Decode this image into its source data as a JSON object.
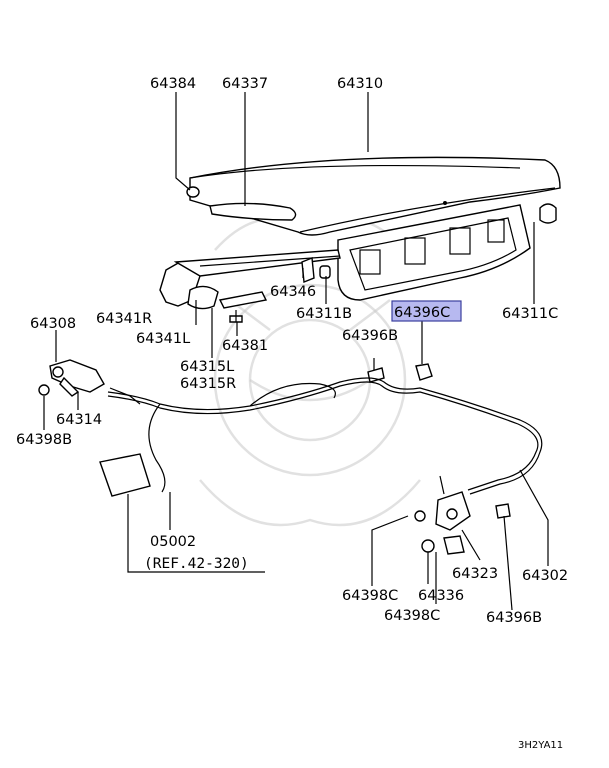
{
  "diagram": {
    "labels": {
      "p64384": "64384",
      "p64337": "64337",
      "p64310": "64310",
      "p64346": "64346",
      "p64341R": "64341R",
      "p64341L": "64341L",
      "p64311B": "64311B",
      "p64396C": "64396C",
      "p64311C": "64311C",
      "p64308": "64308",
      "p64381": "64381",
      "p64396B_top": "64396B",
      "p64315L": "64315L",
      "p64315R": "64315R",
      "p64314": "64314",
      "p64398B": "64398B",
      "p05002": "05002",
      "ref": "(REF.42-320)",
      "p64323": "64323",
      "p64302": "64302",
      "p64398C_a": "64398C",
      "p64336": "64336",
      "p64398C_b": "64398C",
      "p64396B_bottom": "64396B"
    },
    "highlighted_part": "64396C",
    "highlight_color": "#b7b9f0",
    "footer_code": "3H2YA11"
  }
}
